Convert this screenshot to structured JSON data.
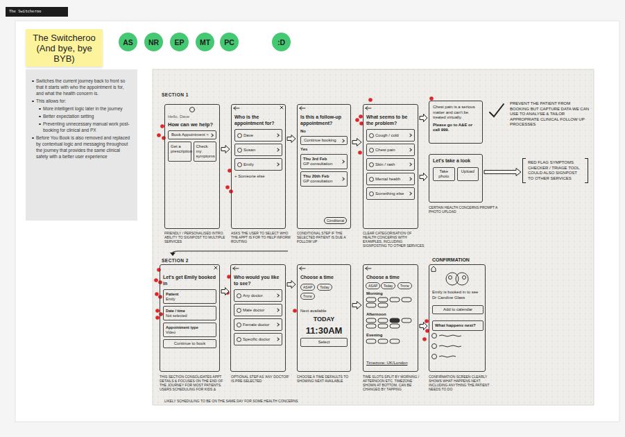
{
  "diagram": {
    "nodes": [
      {
        "text": [
          "The Switcheroo"
        ]
      },
      {
        "text": [
          "The Switcheroo (And bye, bye BYB)"
        ]
      },
      {
        "text": [
          "AS"
        ]
      },
      {
        "text": [
          "NR"
        ]
      },
      {
        "text": [
          "EP"
        ]
      },
      {
        "text": [
          "MT"
        ]
      },
      {
        "text": [
          "PC"
        ]
      },
      {
        "text": [
          ":D"
        ]
      },
      {
        "text": [
          "Switches the current journey back to front so that it starts with who the appointment is for, and what the health concern is.",
          "This allows for:",
          "More intelligent logic later in the journey",
          "Better expectation setting",
          "Preventing unnecessary manual work post-booking for clinical and PX",
          "Before You Book is also removed and replaced by contextual logic and messaging throughout the journey that provides the same clinical safety with a better user experience"
        ]
      },
      {
        "text": [
          "Hello, Dave",
          "How can we help?"
        ]
      },
      {
        "text": [
          "Book Appointment >"
        ],
        "in": 9
      },
      {
        "text": [
          "Get a prescription"
        ],
        "in": 9
      },
      {
        "text": [
          "Check my symptoms"
        ],
        "in": 9
      },
      {
        "text": [
          "Who is the appointment for?",
          "+ Someone else"
        ]
      },
      {
        "text": [
          "Dave"
        ],
        "in": 13
      },
      {
        "text": [
          "Susan"
        ],
        "in": 13
      },
      {
        "text": [
          "Emily"
        ],
        "in": 13
      },
      {
        "text": [
          "Is this a follow-up appointment?",
          "No",
          "Yes"
        ]
      },
      {
        "text": [
          "Continue booking"
        ],
        "in": 17
      },
      {
        "text": [
          "Thu 3rd Feb",
          "GP consultation"
        ],
        "in": 17
      },
      {
        "text": [
          "Thu 20th Feb",
          "GP consultation"
        ],
        "in": 17
      },
      {
        "text": [
          "Conditional"
        ],
        "in": 17
      },
      {
        "text": [
          "What seems to be the problem?"
        ]
      },
      {
        "text": [
          "Cough / cold"
        ],
        "in": 22
      },
      {
        "text": [
          "Chest pain"
        ],
        "in": 22
      },
      {
        "text": [
          "Skin / rash"
        ],
        "in": 22
      },
      {
        "text": [
          "Mental health"
        ],
        "in": 22
      },
      {
        "text": [
          "Something else"
        ],
        "in": 22
      },
      {
        "text": [
          "Chest pain is a serious matter and can't be treated virtually.",
          "Please go to A&E or call 999."
        ]
      },
      {
        "text": [
          "Let's take a look"
        ]
      },
      {
        "text": [
          "Take photo"
        ],
        "in": 29
      },
      {
        "text": [
          "Upload"
        ],
        "in": 29
      },
      {
        "text": [
          "RED FLAG SYMPTOMS CHECKER / TRIAGE TOOL COULD ALSO SIGNPOST TO OTHER SERVICES"
        ]
      },
      {
        "text": [
          "Let's get Emily booked in"
        ]
      },
      {
        "text": [
          "Patient",
          "Emily"
        ],
        "in": 33
      },
      {
        "text": [
          "Date / time",
          "Not selected"
        ],
        "in": 33
      },
      {
        "text": [
          "Appointment type",
          "Video"
        ],
        "in": 33
      },
      {
        "text": [
          "Continue to book"
        ],
        "in": 33
      },
      {
        "text": [
          "Who would you like to see?"
        ]
      },
      {
        "text": [
          "Any doctor"
        ],
        "in": 38
      },
      {
        "text": [
          "Male doctor"
        ],
        "in": 38
      },
      {
        "text": [
          "Female doctor"
        ],
        "in": 38
      },
      {
        "text": [
          "Specific doctor"
        ],
        "in": 38
      },
      {
        "text": [
          "Choose a time",
          "Next available",
          "TODAY",
          "11:30AM"
        ]
      },
      {
        "text": [
          "ASAP"
        ],
        "in": 43
      },
      {
        "text": [
          "Today"
        ],
        "in": 43
      },
      {
        "text": [
          "Tmrw"
        ],
        "in": 43
      },
      {
        "text": [
          "Select"
        ],
        "in": 43
      },
      {
        "text": [
          "Choose a time",
          "Morning",
          "Afternoon",
          "Evening",
          "Timezone: UK/London"
        ]
      },
      {
        "text": [
          "ASAP"
        ],
        "in": 48
      },
      {
        "text": [
          "Today"
        ],
        "in": 48
      },
      {
        "text": [
          "Tmrw"
        ],
        "in": 48
      },
      {
        "text": [
          "CONFIRMATION",
          "Emily is booked in to see Dr Caroline Glass"
        ]
      },
      {
        "text": [
          "Add to calendar"
        ],
        "in": 52
      },
      {
        "text": [
          "What happens next?"
        ],
        "in": 52
      }
    ],
    "edges": [
      {
        "from": 9,
        "to": 13,
        "arrow": "to"
      },
      {
        "from": 13,
        "to": 17,
        "arrow": "to"
      },
      {
        "from": 17,
        "to": 22,
        "arrow": "to"
      },
      {
        "from": 22,
        "to": 28,
        "arrow": "to"
      },
      {
        "from": 22,
        "to": 29,
        "arrow": "to"
      },
      {
        "from": 29,
        "to": 32,
        "arrow": "to"
      },
      {
        "from": 33,
        "to": 38,
        "arrow": "to"
      },
      {
        "from": 38,
        "to": 43,
        "arrow": "to"
      },
      {
        "from": 43,
        "to": 48,
        "arrow": "to"
      },
      {
        "from": 48,
        "to": 52,
        "arrow": "to"
      }
    ],
    "labels": [
      "SECTION 1",
      "SECTION 2",
      "FRIENDLY / PERSONALISED INTRO. ABILITY TO SIGNPOST TO MULTIPLE SERVICES",
      "ASKS THE USER TO SELECT WHO THE APPT IS FOR TO HELP INFORM ROUTING",
      "CONDITIONAL STEP IF THE SELECTED PATIENT IS DUE A FOLLOW UP",
      "CLEAR CATEGORISATION OF HEALTH CONCERNS WITH EXAMPLES, INCLUDING SIGNPOSTING TO OTHER SERVICES",
      "PREVENT THE PATIENT FROM BOOKING BUT CAPTURE DATA WE CAN USE TO ANALYSE & TAILOR APPROPRIATE CLINICAL FOLLOW UP PROCESSES",
      "CERTAIN HEALTH CONCERNS PROMPT A PHOTO UPLOAD",
      "THIS SECTION CONSOLIDATES APPT DETAILS & FOCUSES ON THE END OF THE JOURNEY FOR MOST PATIENTS. USERS SCHEDULING FOR KIDS &",
      "LIKELY SCHEDULING TO BE ON THE SAME DAY FOR SOME HEALTH CONCERNS",
      "OPTIONAL STEP AS 'ANY DOCTOR' IS PRE-SELECTED",
      "CHOOSE A TIME DEFAULTS TO SHOWING NEXT AVAILABLE",
      "TIME SLOTS SPLIT BY MORNING / AFTERNOON ETC. TIMEZONE SHOWN AT BOTTOM, CAN BE CHANGED BY TAPPING",
      "CONFIRMATION SCREEN CLEARLY SHOWS WHAT HAPPENS NEXT, INCLUDING ANYTHING THE PATIENT NEEDS TO DO"
    ]
  }
}
